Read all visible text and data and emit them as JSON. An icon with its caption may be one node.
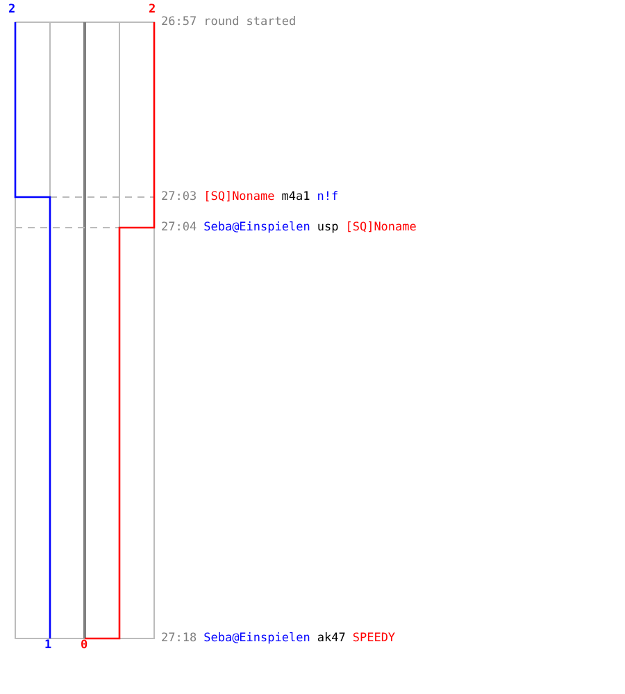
{
  "diagram": {
    "labels": [
      "2",
      "2",
      "26:57",
      "round started",
      "27:03",
      "[SQ]Noname",
      "m4a1",
      "n!f",
      "27:04",
      "Seba@Einspielen",
      "usp",
      "[SQ]Noname",
      "27:18",
      "Seba@Einspielen",
      "ak47",
      "SPEEDY",
      "1",
      "0"
    ]
  }
}
